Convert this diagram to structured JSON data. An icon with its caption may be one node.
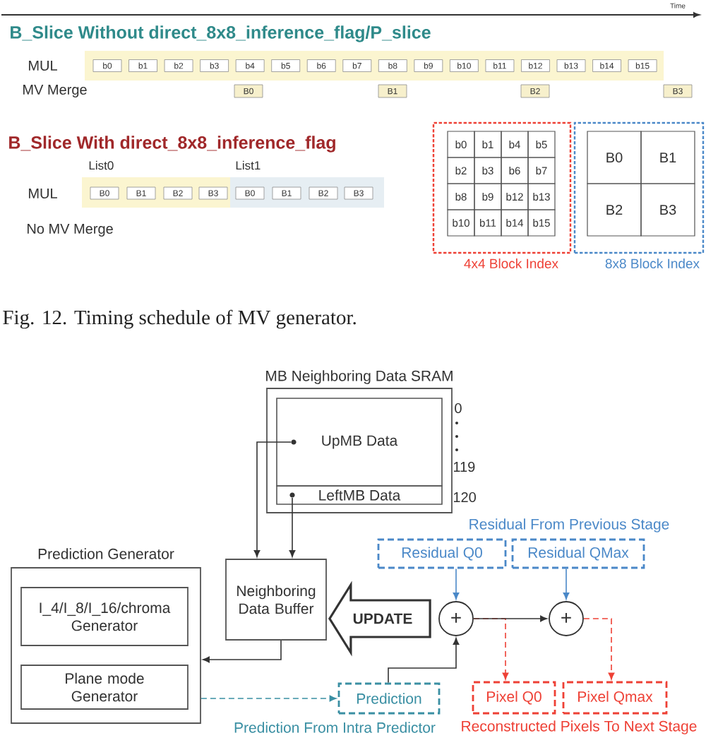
{
  "diagram": {
    "caption": "Fig. 12. Timing schedule of MV generator.",
    "nodes": [
      {
        "text": [],
        "shape": "band",
        "beside": [
          "MUL"
        ]
      },
      {
        "text": [
          "b0"
        ],
        "in": 0
      },
      {
        "text": [
          "b1"
        ],
        "in": 0
      },
      {
        "text": [
          "b2"
        ],
        "in": 0
      },
      {
        "text": [
          "b3"
        ],
        "in": 0
      },
      {
        "text": [
          "b4"
        ],
        "in": 0
      },
      {
        "text": [
          "b5"
        ],
        "in": 0
      },
      {
        "text": [
          "b6"
        ],
        "in": 0
      },
      {
        "text": [
          "b7"
        ],
        "in": 0
      },
      {
        "text": [
          "b8"
        ],
        "in": 0
      },
      {
        "text": [
          "b9"
        ],
        "in": 0
      },
      {
        "text": [
          "b10"
        ],
        "in": 0
      },
      {
        "text": [
          "b11"
        ],
        "in": 0
      },
      {
        "text": [
          "b12"
        ],
        "in": 0
      },
      {
        "text": [
          "b13"
        ],
        "in": 0
      },
      {
        "text": [
          "b14"
        ],
        "in": 0
      },
      {
        "text": [
          "b15"
        ],
        "in": 0
      },
      {
        "text": [
          "B0"
        ]
      },
      {
        "text": [
          "B1"
        ]
      },
      {
        "text": [
          "B2"
        ]
      },
      {
        "text": [
          "B3"
        ]
      },
      {
        "text": [],
        "shape": "band",
        "beside": [
          "List0",
          "MUL"
        ]
      },
      {
        "text": [
          "B0"
        ],
        "in": 21
      },
      {
        "text": [
          "B1"
        ],
        "in": 21
      },
      {
        "text": [
          "B2"
        ],
        "in": 21
      },
      {
        "text": [
          "B3"
        ],
        "in": 21
      },
      {
        "text": [],
        "shape": "band",
        "beside": [
          "List1"
        ]
      },
      {
        "text": [
          "B0"
        ],
        "in": 26
      },
      {
        "text": [
          "B1"
        ],
        "in": 26
      },
      {
        "text": [
          "B2"
        ],
        "in": 26
      },
      {
        "text": [
          "B3"
        ],
        "in": 26
      },
      {
        "text": [
          "4x4 Block Index"
        ]
      },
      {
        "text": [
          "b0"
        ],
        "in": 31
      },
      {
        "text": [
          "b1"
        ],
        "in": 31
      },
      {
        "text": [
          "b4"
        ],
        "in": 31
      },
      {
        "text": [
          "b5"
        ],
        "in": 31
      },
      {
        "text": [
          "b2"
        ],
        "in": 31
      },
      {
        "text": [
          "b3"
        ],
        "in": 31
      },
      {
        "text": [
          "b6"
        ],
        "in": 31
      },
      {
        "text": [
          "b7"
        ],
        "in": 31
      },
      {
        "text": [
          "b8"
        ],
        "in": 31
      },
      {
        "text": [
          "b9"
        ],
        "in": 31
      },
      {
        "text": [
          "b12"
        ],
        "in": 31
      },
      {
        "text": [
          "b13"
        ],
        "in": 31
      },
      {
        "text": [
          "b10"
        ],
        "in": 31
      },
      {
        "text": [
          "b11"
        ],
        "in": 31
      },
      {
        "text": [
          "b14"
        ],
        "in": 31
      },
      {
        "text": [
          "b15"
        ],
        "in": 31
      },
      {
        "text": [
          "8x8 Block Index"
        ]
      },
      {
        "text": [
          "B0"
        ],
        "in": 48
      },
      {
        "text": [
          "B1"
        ],
        "in": 48
      },
      {
        "text": [
          "B2"
        ],
        "in": 48
      },
      {
        "text": [
          "B3"
        ],
        "in": 48
      },
      {
        "text": [
          "MB Neighboring Data SRAM"
        ]
      },
      {
        "text": [
          "UpMB Data"
        ],
        "in": 53
      },
      {
        "text": [
          "LeftMB Data"
        ],
        "in": 53
      },
      {
        "text": [
          "Prediction Generator"
        ]
      },
      {
        "text": [
          "I_4/I_8/I_16/chroma Generator"
        ],
        "in": 56
      },
      {
        "text": [
          "Plane mode Generator"
        ],
        "in": 56
      },
      {
        "text": [
          "Neighboring Data Buffer"
        ]
      },
      {
        "text": [
          "Residual Q0"
        ]
      },
      {
        "text": [
          "Residual QMax"
        ]
      },
      {
        "text": [
          "+"
        ]
      },
      {
        "text": [
          "+"
        ]
      },
      {
        "text": [
          "Prediction"
        ],
        "beside": [
          "Prediction From Intra Predictor"
        ]
      },
      {
        "text": [
          "Pixel Q0"
        ]
      },
      {
        "text": [
          "Pixel Qmax"
        ]
      },
      {
        "text": [],
        "shape": "dot",
        "in": 54
      },
      {
        "text": [],
        "shape": "dot",
        "in": 55
      }
    ],
    "edges": [
      {
        "from": 67,
        "to": 59,
        "arrow": "to"
      },
      {
        "from": 68,
        "to": 59,
        "arrow": "to"
      },
      {
        "from": 59,
        "to": 56,
        "arrow": "to"
      },
      {
        "from": 56,
        "to": 64,
        "arrow": "to",
        "style": "dashed",
        "color": "#3a8fa3"
      },
      {
        "from": 60,
        "to": 62,
        "arrow": "to",
        "color": "#4a88c8"
      },
      {
        "from": 61,
        "to": 63,
        "arrow": "to",
        "color": "#4a88c8"
      },
      {
        "from": 62,
        "to": 59,
        "arrow": "to",
        "label": "UPDATE",
        "style": "thick"
      },
      {
        "from": 64,
        "to": 62,
        "arrow": "to"
      },
      {
        "from": 62,
        "to": 63,
        "arrow": "to"
      },
      {
        "from": 62,
        "to": 65,
        "arrow": "to",
        "style": "dashed",
        "color": "#ee4035"
      },
      {
        "from": 63,
        "to": 66,
        "arrow": "to",
        "style": "dashed",
        "color": "#ee4035"
      }
    ],
    "labels": [
      "Time",
      "B_Slice Without direct_8x8_inference_flag/P_slice",
      "MV Merge",
      "B_Slice With direct_8x8_inference_flag",
      "No MV Merge",
      "0",
      "119",
      "120",
      "Residual From Previous Stage",
      "Reconstructed Pixels To Next Stage"
    ]
  }
}
